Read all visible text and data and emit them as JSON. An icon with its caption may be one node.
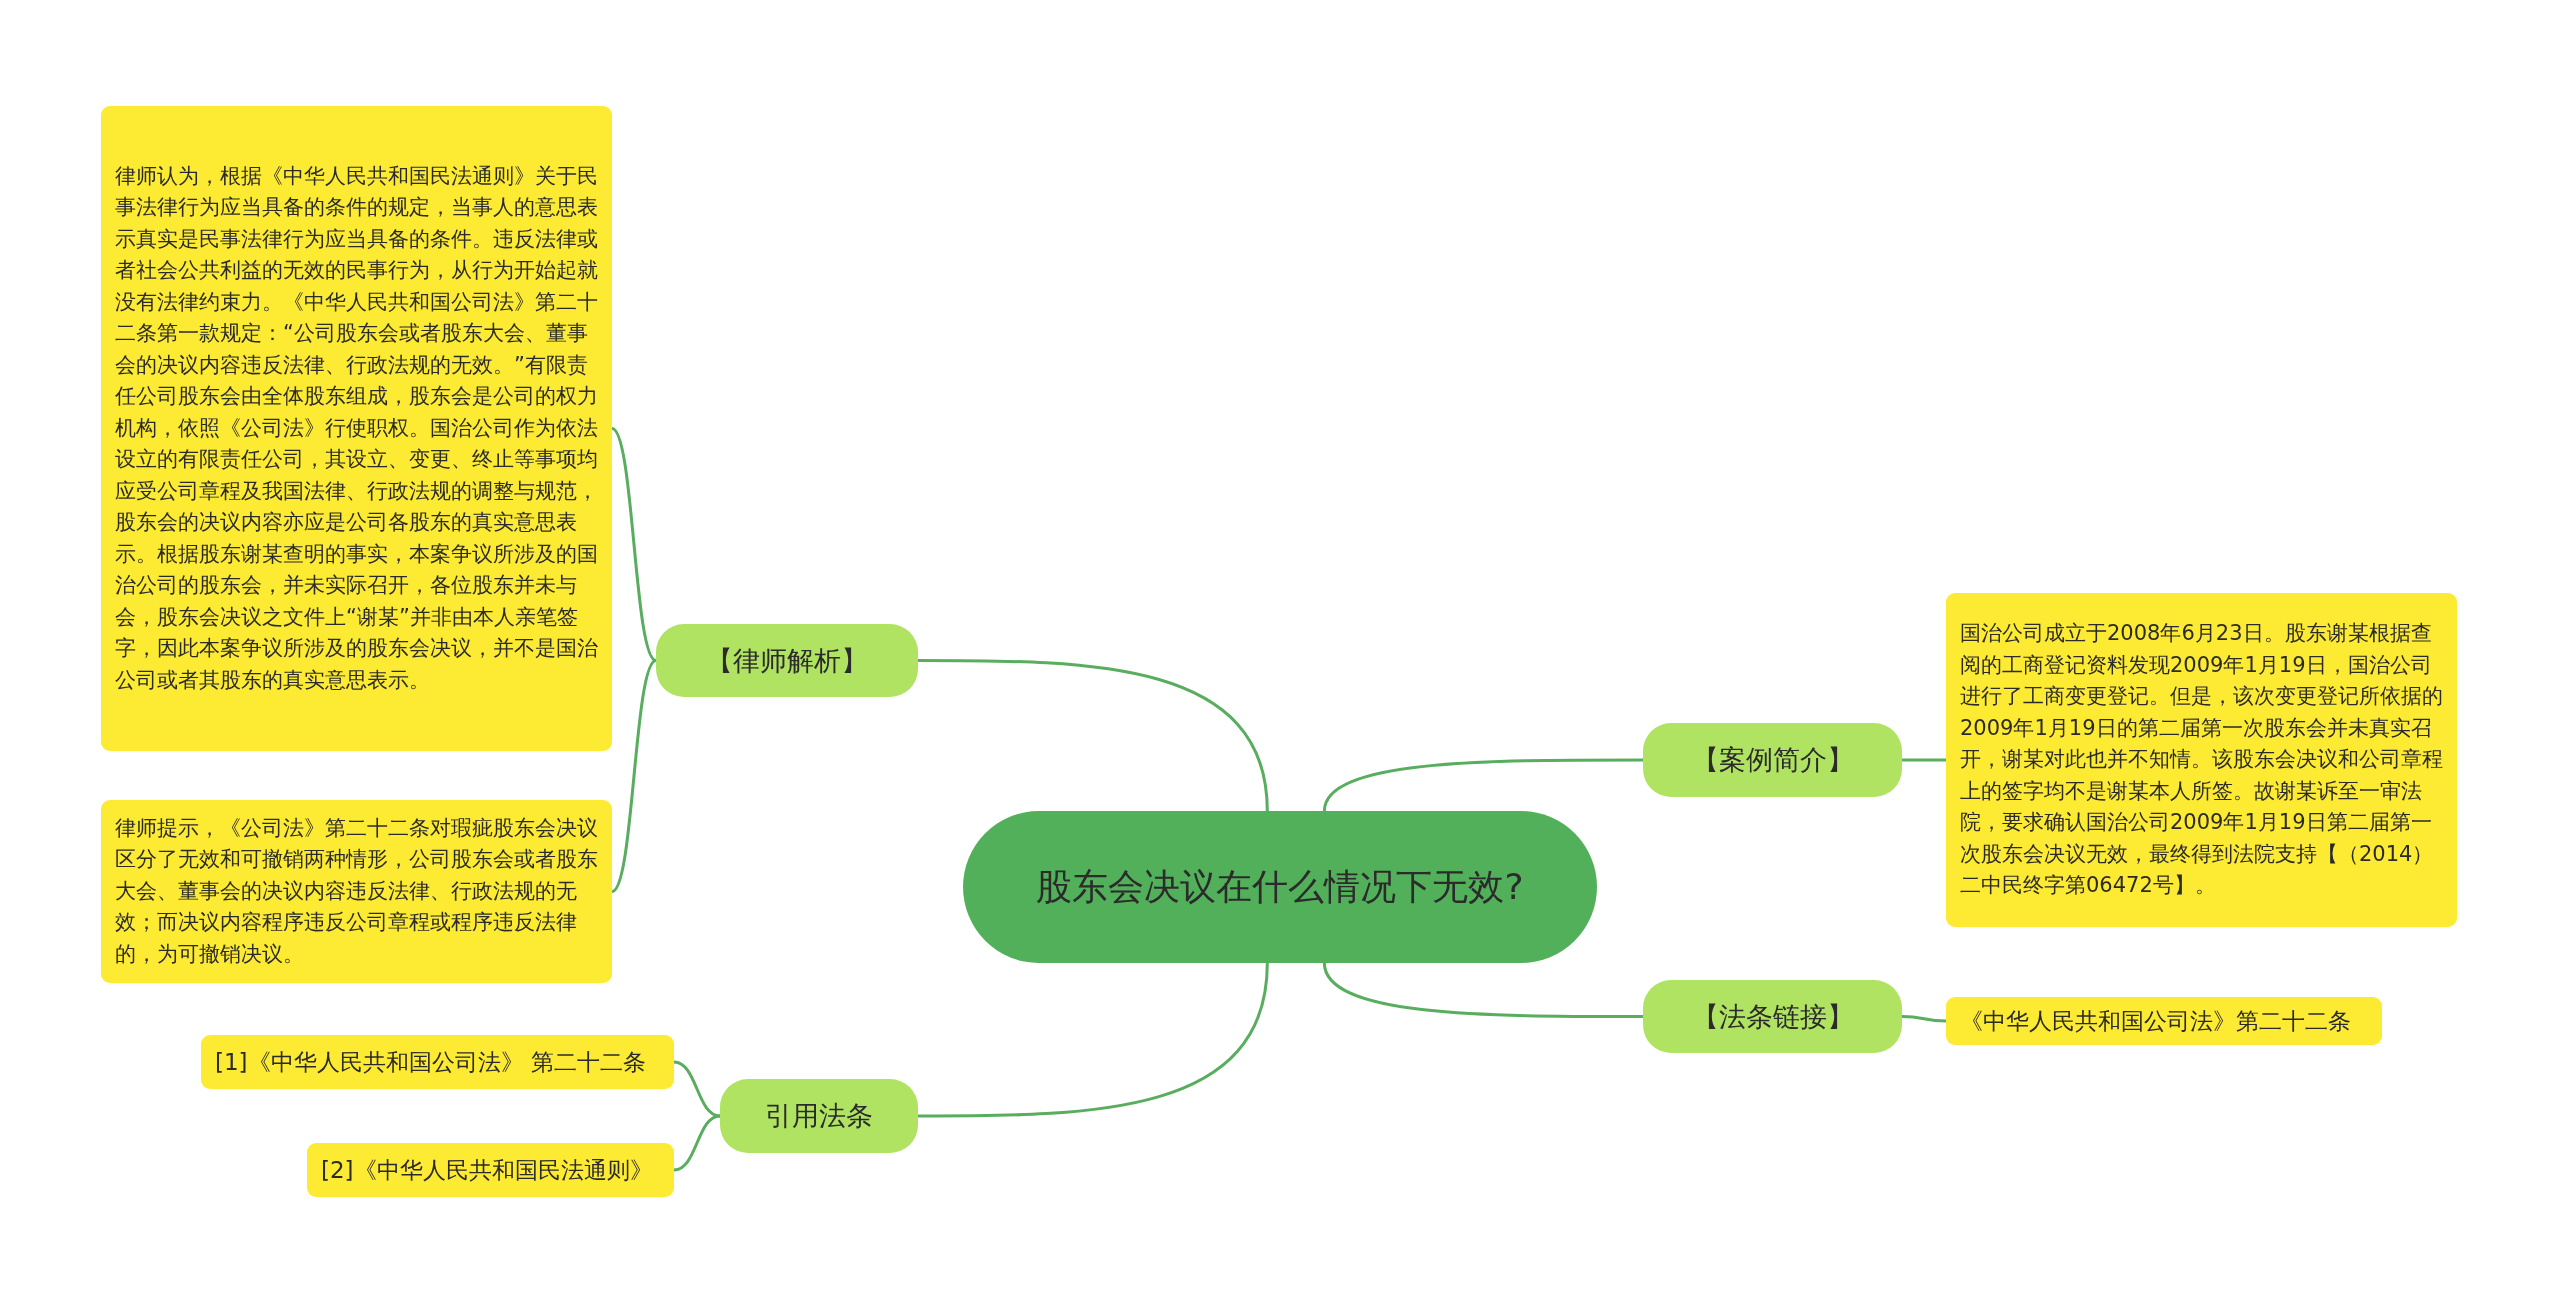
{
  "diagram": {
    "nodes": [
      {
        "text": [
          "股东会决议在什么情况下无效?"
        ]
      },
      {
        "text": [
          "【律师解析】"
        ]
      },
      {
        "text": [
          "律师认为，根据《中华人民共和国民法通则》关于民事法律行为应当具备的条件的规定，当事人的意思表示真实是民事法律行为应当具备的条件。违反法律或者社会公共利益的无效的民事行为，从行为开始起就没有法律约束力。《中华人民共和国公司法》第二十二条第一款规定：“公司股东会或者股东大会、董事会的决议内容违反法律、行政法规的无效。”有限责任公司股东会由全体股东组成，股东会是公司的权力机构，依照《公司法》行使职权。国治公司作为依法设立的有限责任公司，其设立、变更、终止等事项均应受公司章程及我国法律、行政法规的调整与规范，股东会的决议内容亦应是公司各股东的真实意思表示。根据股东谢某查明的事实，本案争议所涉及的国治公司的股东会，并未实际召开，各位股东并未与会，股东会决议之文件上“谢某”并非由本人亲笔签字，因此本案争议所涉及的股东会决议，并不是国治公司或者其股东的真实意思表示。"
        ]
      },
      {
        "text": [
          "律师提示，《公司法》第二十二条对瑕疵股东会决议区分了无效和可撤销两种情形，公司股东会或者股东大会、董事会的决议内容违反法律、行政法规的无效；而决议内容程序违反公司章程或程序违反法律的，为可撤销决议。"
        ]
      },
      {
        "text": [
          "引用法条"
        ]
      },
      {
        "text": [
          "[1]《中华人民共和国公司法》 第二十二条"
        ]
      },
      {
        "text": [
          "[2]《中华人民共和国民法通则》"
        ]
      },
      {
        "text": [
          "【案例简介】"
        ]
      },
      {
        "text": [
          "国治公司成立于2008年6月23日。股东谢某根据查阅的工商登记资料发现2009年1月19日，国治公司进行了工商变更登记。但是，该次变更登记所依据的2009年1月19日的第二届第一次股东会并未真实召开，谢某对此也并不知情。该股东会决议和公司章程上的签字均不是谢某本人所签。故谢某诉至一审法院，要求确认国治公司2009年1月19日第二届第一次股东会决议无效，最终得到法院支持【（2014）二中民终字第06472号】。"
        ]
      },
      {
        "text": [
          "【法条链接】"
        ]
      },
      {
        "text": [
          "《中华人民共和国公司法》第二十二条"
        ]
      }
    ],
    "edges": [
      {
        "from": 0,
        "to": 1,
        "arrow": "none"
      },
      {
        "from": 1,
        "to": 2,
        "arrow": "none"
      },
      {
        "from": 1,
        "to": 3,
        "arrow": "none"
      },
      {
        "from": 0,
        "to": 4,
        "arrow": "none"
      },
      {
        "from": 4,
        "to": 5,
        "arrow": "none"
      },
      {
        "from": 4,
        "to": 6,
        "arrow": "none"
      },
      {
        "from": 0,
        "to": 7,
        "arrow": "none"
      },
      {
        "from": 7,
        "to": 8,
        "arrow": "none"
      },
      {
        "from": 0,
        "to": 9,
        "arrow": "none"
      },
      {
        "from": 9,
        "to": 10,
        "arrow": "none"
      }
    ]
  }
}
